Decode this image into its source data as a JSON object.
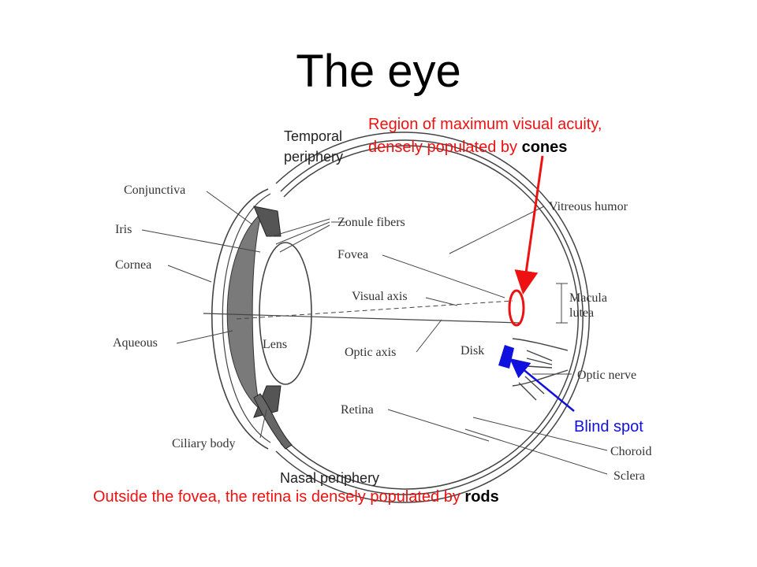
{
  "title": "The eye",
  "colors": {
    "red": "#ee1111",
    "blue": "#1111dd",
    "line": "#444444",
    "fill": "#7a7a7a"
  },
  "labels": {
    "temporal_line1": "Temporal",
    "temporal_line2": "periphery",
    "nasal": "Nasal periphery",
    "conjunctiva": "Conjunctiva",
    "iris": "Iris",
    "cornea": "Cornea",
    "aqueous": "Aqueous",
    "lens": "Lens",
    "ciliary_body": "Ciliary body",
    "zonule_fibers": "Zonule fibers",
    "fovea": "Fovea",
    "visual_axis": "Visual axis",
    "optic_axis": "Optic axis",
    "retina": "Retina",
    "disk": "Disk",
    "vitreous_humor": "Vitreous humor",
    "macula_line1": "Macula",
    "macula_line2": "lutea",
    "optic_nerve": "Optic nerve",
    "choroid": "Choroid",
    "sclera": "Sclera"
  },
  "annotations": {
    "cones_line1": "Region of maximum visual acuity,",
    "cones_line2_prefix": "densely populated by ",
    "cones_bold": "cones",
    "blind_spot": "Blind spot",
    "rods_prefix": "Outside the fovea, the retina is densely populated by ",
    "rods_bold": "rods"
  }
}
